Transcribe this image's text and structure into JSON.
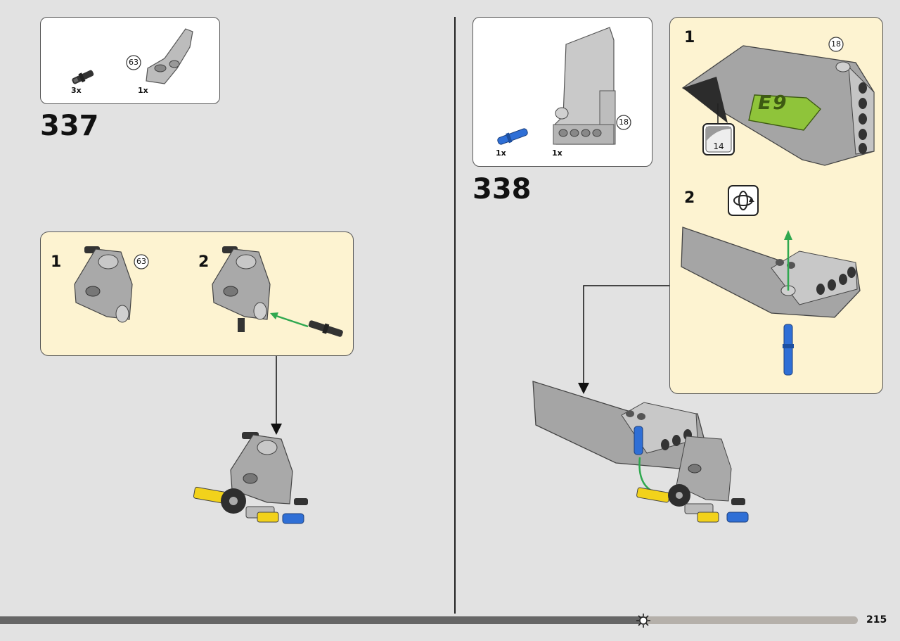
{
  "page": {
    "number": "215"
  },
  "steps": [
    {
      "number": "337",
      "parts": [
        {
          "qty": "3x",
          "name": "black-pin"
        },
        {
          "qty": "1x",
          "name": "grey-panel",
          "callout": "63"
        }
      ],
      "substeps": [
        {
          "number": "1",
          "callout": "63"
        },
        {
          "number": "2"
        }
      ]
    },
    {
      "number": "338",
      "parts": [
        {
          "qty": "1x",
          "name": "blue-pin"
        },
        {
          "qty": "1x",
          "name": "large-grey-panel",
          "callout": "18"
        }
      ],
      "substeps": [
        {
          "number": "1",
          "callout": "18",
          "sticker": "14",
          "decal_text": "E9"
        },
        {
          "number": "2",
          "icon": "rotate-icon"
        }
      ]
    }
  ],
  "colors": {
    "background": "#e2e2e2",
    "substep_bg": "#fdf3d1",
    "arrow_green": "#2fa84f",
    "decal_green": "#8fc43a",
    "blue": "#2f6fd6",
    "yellow": "#f2d21b"
  }
}
